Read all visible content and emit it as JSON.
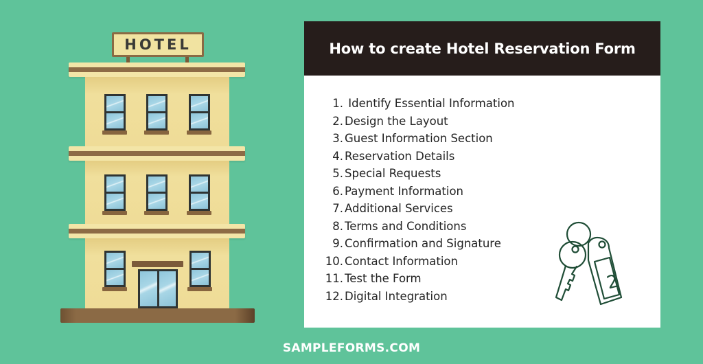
{
  "illustration": {
    "sign_text": "HOTEL",
    "colors": {
      "wall": "#efdc97",
      "trim": "#8d6b45",
      "glass": "#a8d6e6",
      "frame": "#2f3433"
    }
  },
  "card": {
    "title": "How to create Hotel Reservation Form",
    "header_bg": "#261d1b",
    "steps": [
      {
        "num": "1.",
        "label": " Identify Essential Information"
      },
      {
        "num": "2.",
        "label": "Design the Layout"
      },
      {
        "num": "3.",
        "label": "Guest Information Section"
      },
      {
        "num": "4.",
        "label": "Reservation Details"
      },
      {
        "num": "5.",
        "label": "Special Requests"
      },
      {
        "num": "6.",
        "label": "Payment Information"
      },
      {
        "num": "7.",
        "label": "Additional Services"
      },
      {
        "num": "8.",
        "label": "Terms and Conditions"
      },
      {
        "num": "9.",
        "label": "Confirmation and Signature"
      },
      {
        "num": "10.",
        "label": "Contact Information"
      },
      {
        "num": "11.",
        "label": "Test the Form"
      },
      {
        "num": "12.",
        "label": "Digital Integration"
      }
    ],
    "icon": {
      "name": "hotel-key-tag",
      "tag_number": "2",
      "color": "#1f4d36"
    }
  },
  "footer": {
    "brand": "SAMPLEFORMS.COM"
  },
  "colors": {
    "background": "#5fc39a"
  }
}
